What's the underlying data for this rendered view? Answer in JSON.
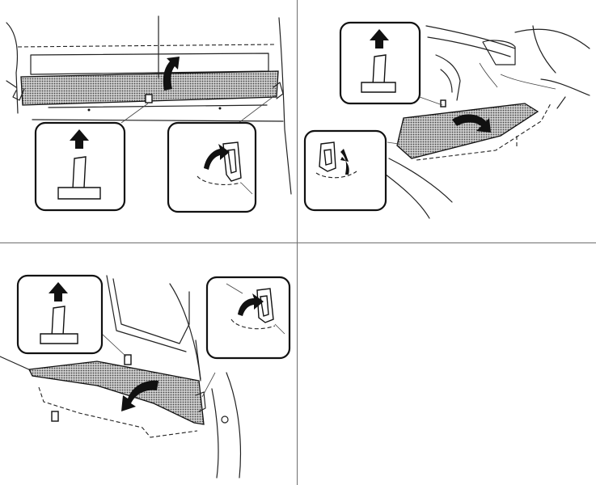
{
  "figure": {
    "layout": "2x2-grid",
    "panels": [
      {
        "id": "p1",
        "content": "parcel-shelf-removal",
        "callouts": [
          "clip-release-arrow-up",
          "hook-release-arrow"
        ]
      },
      {
        "id": "p2",
        "content": "side-trim-panel-removal-right",
        "callouts": [
          "clip-release-arrow-up",
          "hook-release-arrow"
        ]
      },
      {
        "id": "p3",
        "content": "side-trim-panel-removal-left",
        "callouts": [
          "clip-release-arrow-up",
          "hook-release-arrow"
        ]
      },
      {
        "id": "p4",
        "content": "empty"
      }
    ]
  },
  "colors": {
    "line": "#222222",
    "panel_fill": "#bdbdbd",
    "arrow": "#111111",
    "divider": "#6f6f6f"
  }
}
